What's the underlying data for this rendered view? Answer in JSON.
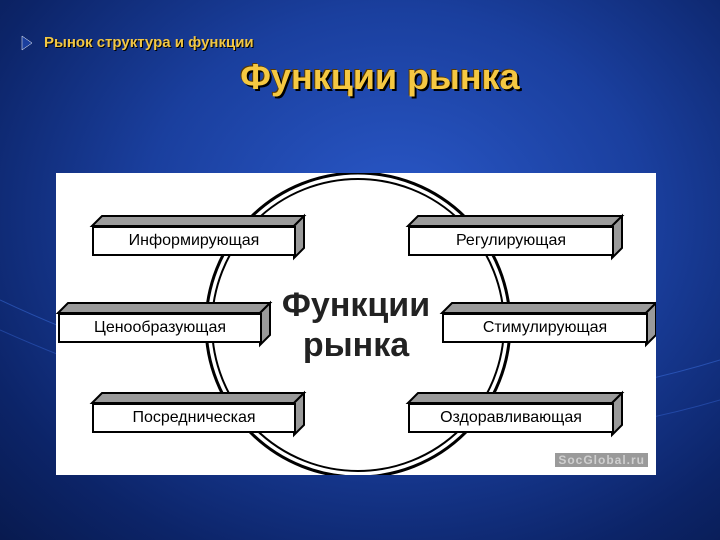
{
  "header": {
    "subtitle": "Рынок структура и функции",
    "title": "Функции рынка"
  },
  "diagram": {
    "center_line1": "Функции",
    "center_line2": "рынка",
    "left_items": [
      "Информирующая",
      "Ценообразующая",
      "Посредническая"
    ],
    "right_items": [
      "Регулирующая",
      "Стимулирующая",
      "Оздоравливающая"
    ],
    "watermark": "SocGlobal.ru"
  }
}
